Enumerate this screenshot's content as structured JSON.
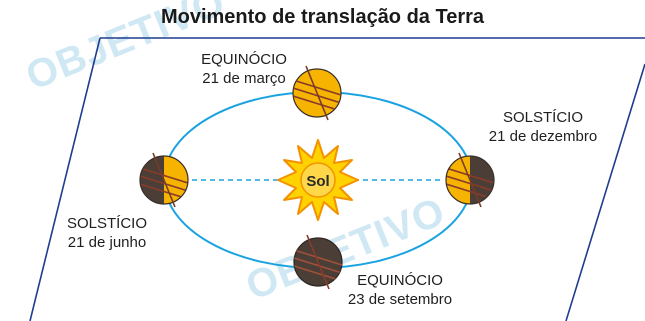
{
  "title": "Movimento de translação da Terra",
  "sun": {
    "label": "Sol"
  },
  "positions": {
    "top": {
      "name": "EQUINÓCIO",
      "date": "21 de março"
    },
    "right": {
      "name": "SOLSTÍCIO",
      "date": "21 de dezembro"
    },
    "left": {
      "name": "SOLSTÍCIO",
      "date": "21 de junho"
    },
    "bottom": {
      "name": "EQUINÓCIO",
      "date": "23 de setembro"
    }
  },
  "watermark": {
    "text": "OBJETIVO"
  },
  "colors": {
    "orbit": "#1aa3e0",
    "frame": "#1e3d8f",
    "sun_rays": "#f39200",
    "sun_body": "#ffcc00",
    "earth_day": "#f6b400",
    "earth_night": "#4a3e36",
    "watermark": "#cfe8f3"
  }
}
